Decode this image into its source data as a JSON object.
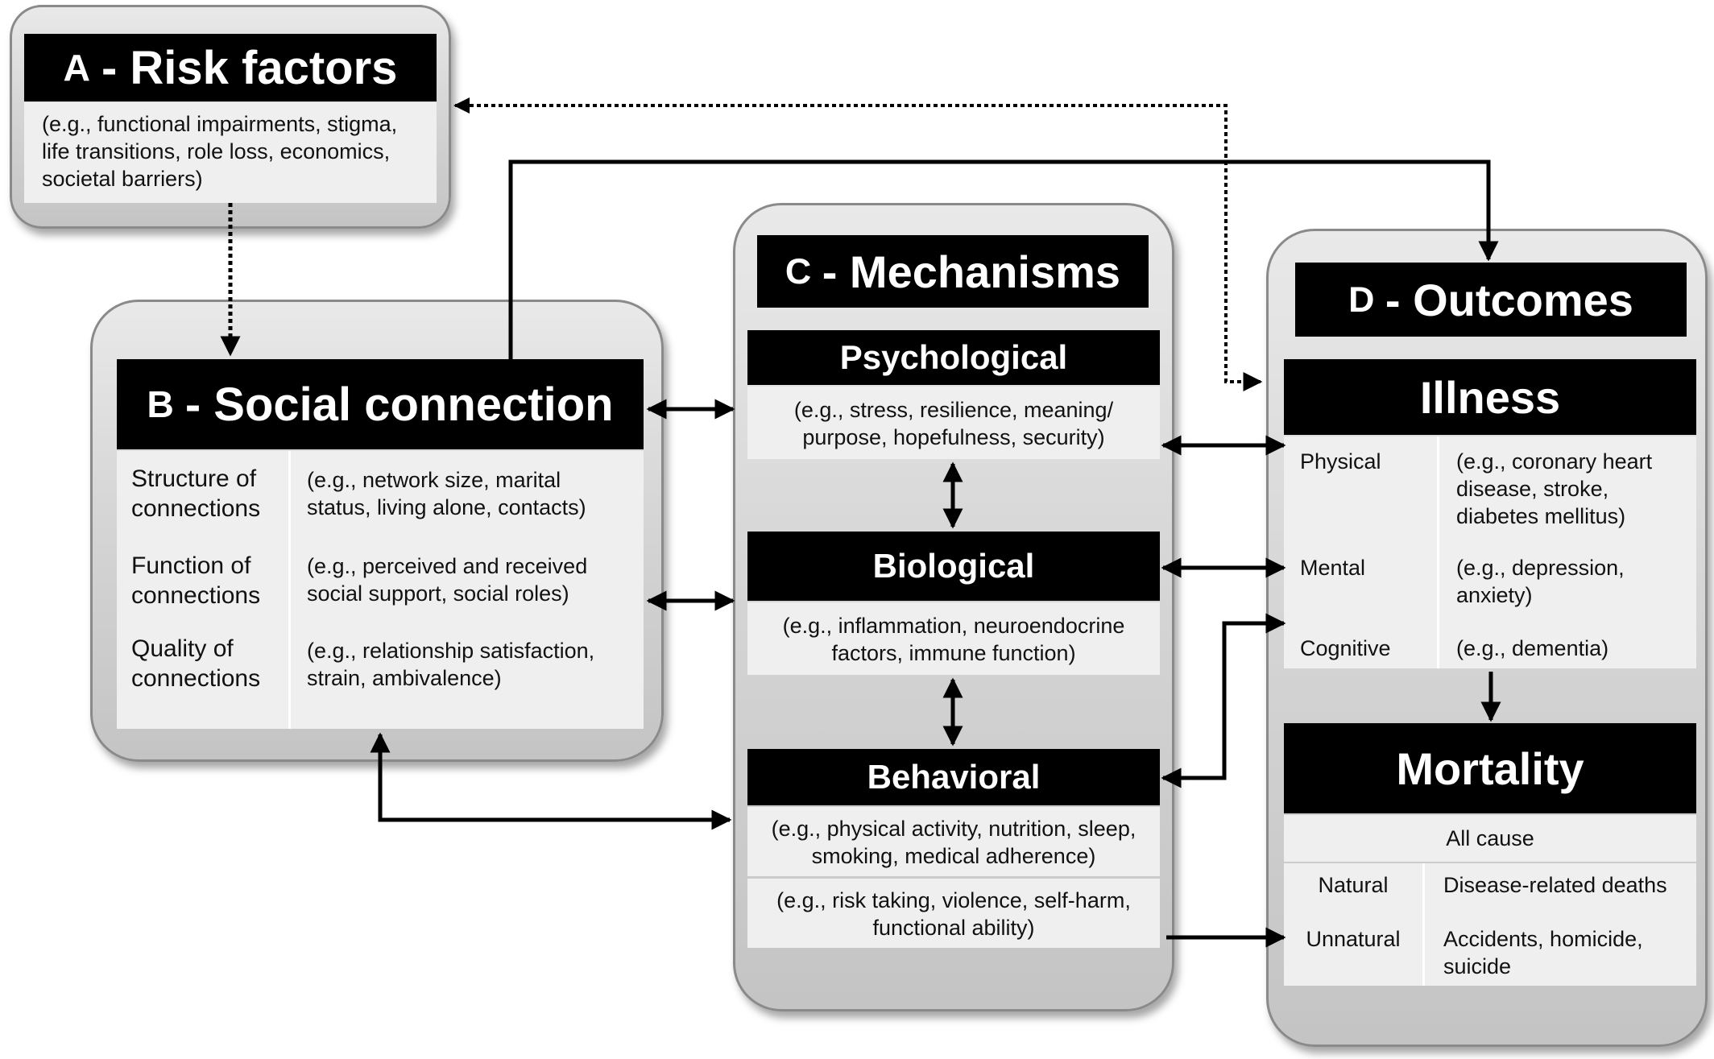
{
  "risk": {
    "letter": "A",
    "title": "- Risk factors",
    "text": "(e.g., functional impairments, stigma, life transitions, role loss, economics, societal barriers)"
  },
  "social": {
    "letter": "B",
    "title": "- Social connection",
    "rows": [
      {
        "label": "Structure of connections",
        "text": "(e.g., network size, marital status, living alone, contacts)"
      },
      {
        "label": "Function of connections",
        "text": "(e.g., perceived and received social support, social roles)"
      },
      {
        "label": "Quality of connections",
        "text": "(e.g., relationship satisfaction, strain, ambivalence)"
      }
    ]
  },
  "mechanisms": {
    "letter": "C",
    "title": "- Mechanisms",
    "psychological": {
      "title": "Psychological",
      "text": "(e.g., stress, resilience, meaning/ purpose, hopefulness, security)"
    },
    "biological": {
      "title": "Biological",
      "text": "(e.g., inflammation, neuroendocrine factors, immune function)"
    },
    "behavioral": {
      "title": "Behavioral",
      "text1": "(e.g., physical activity, nutrition, sleep, smoking, medical adherence)",
      "text2": "(e.g., risk taking, violence, self-harm, functional ability)"
    }
  },
  "outcomes": {
    "letter": "D",
    "title": "- Outcomes",
    "illness": {
      "title": "Illness",
      "rows": [
        {
          "label": "Physical",
          "text": "(e.g., coronary heart disease, stroke, diabetes mellitus)"
        },
        {
          "label": "Mental",
          "text": "(e.g., depression, anxiety)"
        },
        {
          "label": "Cognitive",
          "text": "(e.g., dementia)"
        }
      ]
    },
    "mortality": {
      "title": "Mortality",
      "all_cause": "All cause",
      "rows": [
        {
          "label": "Natural",
          "text": "Disease-related deaths"
        },
        {
          "label": "Unnatural",
          "text": "Accidents, homicide, suicide"
        }
      ]
    }
  }
}
